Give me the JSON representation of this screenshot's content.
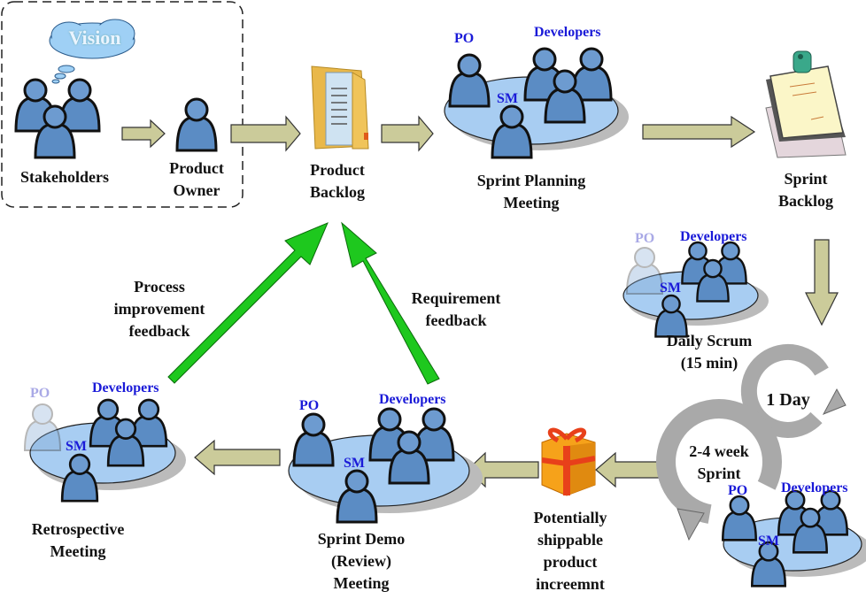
{
  "title": "Scrum Framework",
  "vision": "Vision",
  "nodes": {
    "stakeholders": "Stakeholders",
    "product_owner": "Product\nOwner",
    "product_backlog": "Product\nBacklog",
    "sprint_planning": "Sprint Planning\nMeeting",
    "sprint_backlog": "Sprint\nBacklog",
    "daily_scrum": "Daily Scrum\n(15 min)",
    "sprint_demo": "Sprint Demo\n(Review)\nMeeting",
    "retrospective": "Retrospective\nMeeting",
    "increment": "Potentially\nshippable\nproduct\nincreemnt"
  },
  "cycles": {
    "day": "1 Day",
    "sprint": "2-4 week\nSprint"
  },
  "feedback": {
    "process": "Process\nimprovement\nfeedback",
    "requirement": "Requirement\nfeedback"
  },
  "roles": {
    "po": "PO",
    "sm": "SM",
    "developers": "Developers"
  },
  "colors": {
    "person": "#5b8cc4",
    "table": "#a8cdf2",
    "flow_arrow": "#cbcb9a",
    "feedback_arrow": "#1ec81e",
    "cycle": "#a9a9a9",
    "role_text": "#1a1ad8"
  }
}
